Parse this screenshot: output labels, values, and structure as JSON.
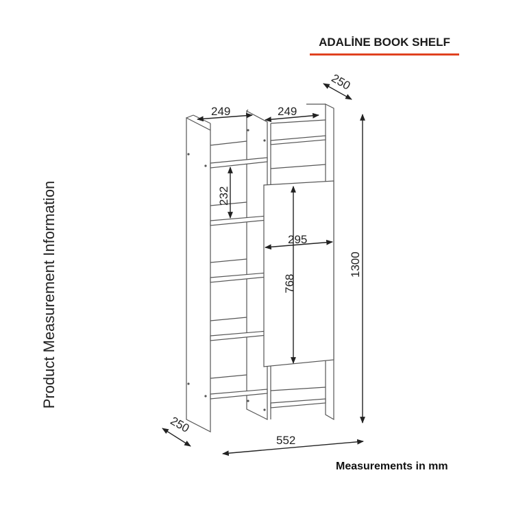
{
  "title": "ADALİNE BOOK SHELF",
  "side_label": "Product Measurement Information",
  "units_note": "Measurements in mm",
  "accent_color": "#e0411f",
  "dimensions": {
    "top_left_width": "249",
    "top_right_width": "249",
    "top_depth": "250",
    "shelf_height": "232",
    "door_width": "295",
    "door_height": "768",
    "total_height": "1300",
    "bottom_depth": "250",
    "total_width": "552"
  }
}
